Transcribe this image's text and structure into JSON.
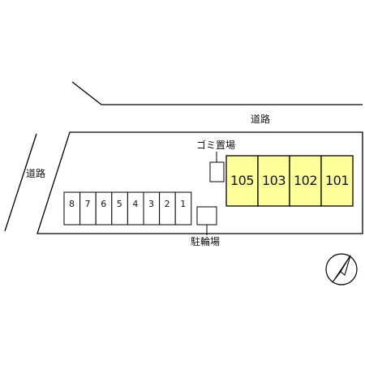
{
  "roads": {
    "top_label": "道路",
    "left_label": "道路"
  },
  "facilities": {
    "garbage_label": "ゴミ置場",
    "bicycle_label": "駐輪場"
  },
  "units": [
    "105",
    "103",
    "102",
    "101"
  ],
  "parking": [
    "8",
    "7",
    "6",
    "5",
    "4",
    "3",
    "2",
    "1"
  ],
  "colors": {
    "unit_fill": "#FFFF99",
    "line": "#000000",
    "background": "#FFFFFF"
  },
  "compass": {
    "icon": "north-arrow-icon"
  }
}
